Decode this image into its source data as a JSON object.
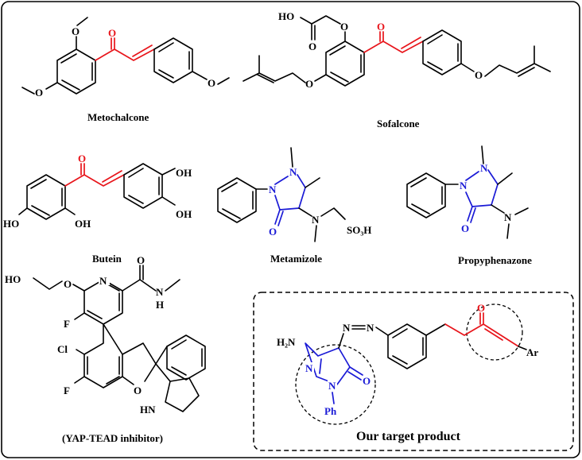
{
  "colors": {
    "frame": "#000000",
    "chalcone_core": "#e8151b",
    "pyrazolone_core": "#1a1ad6"
  },
  "compounds": {
    "metochalcone": "Metochalcone",
    "sofalcone": "Sofalcone",
    "butein": "Butein",
    "metamizole": "Metamizole",
    "propyphenazone": "Propyphenazone",
    "yap_tead": "(YAP-TEAD inhibitor)"
  },
  "target": {
    "caption": "Our target product"
  },
  "atoms": {
    "O": "O",
    "N": "N",
    "F": "F",
    "Cl": "Cl",
    "HO": "HO",
    "OH": "OH",
    "HN": "HN",
    "H": "H",
    "H2N": "H₂N",
    "SO3H": "SO₃H",
    "Ph": "Ph",
    "Ar": "Ar"
  }
}
